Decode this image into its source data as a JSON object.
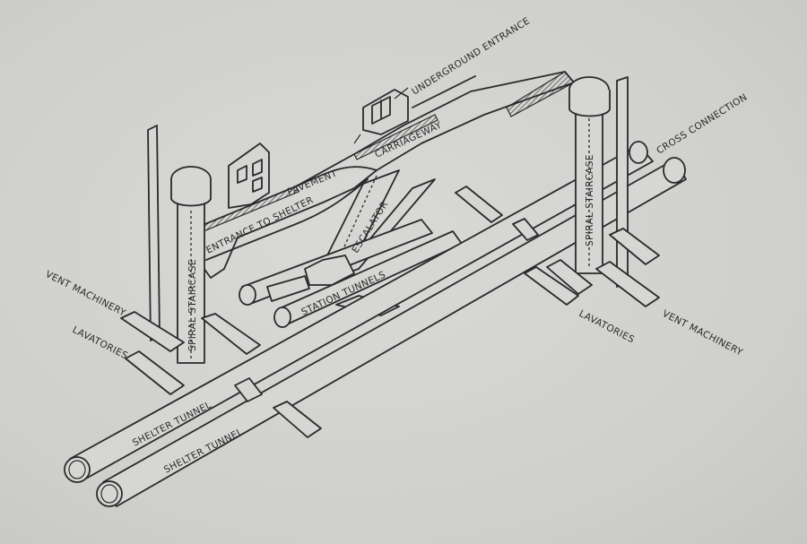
{
  "labels": {
    "underground_entrance": "UNDERGROUND ENTRANCE",
    "carriageway": "CARRIAGEWAY",
    "pavement": "PAVEMENT",
    "entrance_to_shelter": "ENTRANCE TO SHELTER",
    "escalator": "ESCALATOR",
    "station_tunnels": "STATION TUNNELS",
    "spiral_staircase_left": "SPIRAL STAIRCASE",
    "spiral_staircase_right": "SPIRAL STAIRCASE",
    "cross_connection": "CROSS CONNECTION",
    "vent_machinery_left": "VENT MACHINERY",
    "vent_machinery_right": "VENT MACHINERY",
    "lavatories_left": "LAVATORIES",
    "lavatories_right": "LAVATORIES",
    "shelter_tunnel_upper": "SHELTER TUNNEL",
    "shelter_tunnel_lower": "SHELTER TUNNEL"
  },
  "colors": {
    "background": "#d2d2d0",
    "ink": "#2a2a2a"
  }
}
